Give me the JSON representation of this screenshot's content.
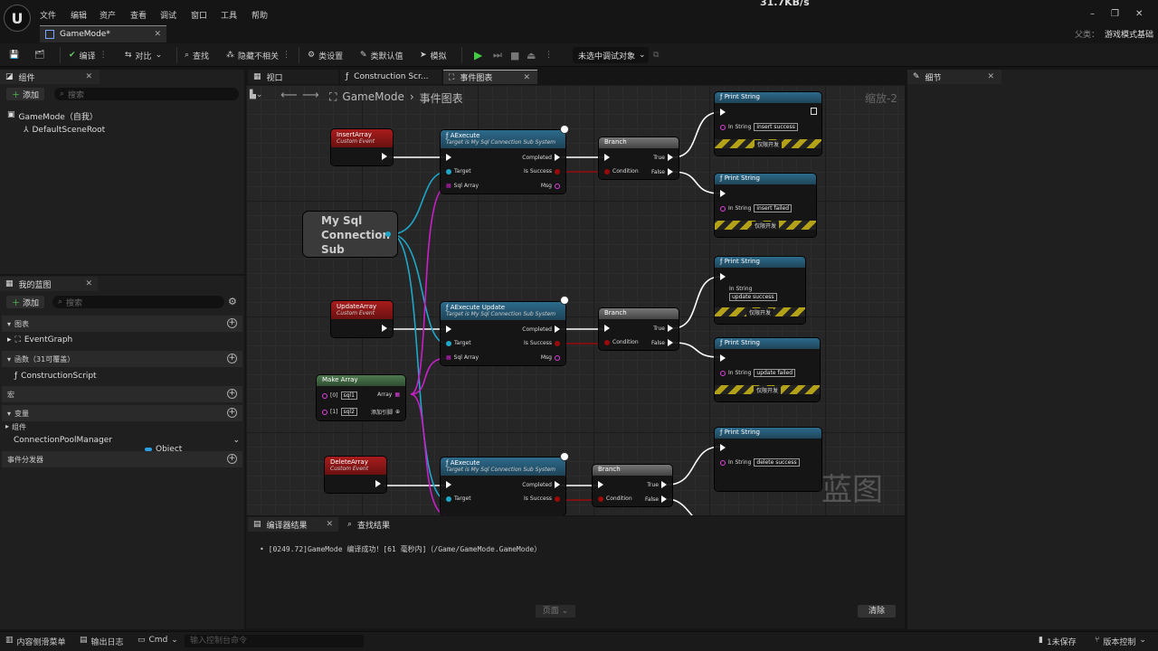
{
  "app": {
    "doc_tab": "GameMode*",
    "parent_label": "父类：",
    "parent_value": "游戏模式基础",
    "top_right_speed": "31.7KB/s"
  },
  "menu": [
    "文件",
    "编辑",
    "资产",
    "查看",
    "调试",
    "窗口",
    "工具",
    "帮助"
  ],
  "toolbar": {
    "compile": "编译",
    "diff": "对比",
    "find": "查找",
    "hide_unrelated": "隐藏不相关",
    "class_settings": "类设置",
    "class_defaults": "类默认值",
    "simulate": "模拟",
    "debug_object": "未选中调试对象"
  },
  "components_panel": {
    "title": "组件",
    "add": "添加",
    "search_placeholder": "搜索",
    "root": "GameMode（自我）",
    "child": "DefaultSceneRoot"
  },
  "my_blueprint": {
    "title": "我的蓝图",
    "add": "添加",
    "search_placeholder": "搜索",
    "graphs": "图表",
    "event_graph": "EventGraph",
    "functions": "函数（31可覆盖）",
    "construction_script": "ConstructionScript",
    "macros": "宏",
    "variables": "变量",
    "components_cat": "组件",
    "var_name": "ConnectionPoolManager",
    "var_type": "Object",
    "dispatchers": "事件分发器"
  },
  "graph_tabs": {
    "viewport": "视口",
    "construction": "Construction Scr...",
    "event_graph": "事件图表"
  },
  "graph_breadcrumb": {
    "root": "GameMode",
    "current": "事件图表",
    "zoom": "缩放-2",
    "watermark": "蓝图"
  },
  "nodes": {
    "insert_event": "InsertArray",
    "update_event": "UpdateArray",
    "delete_event": "DeleteArray",
    "custom_event": "Custom Event",
    "aexecute": "AExecute",
    "aexecute_update": "AExecute Update",
    "target_is": "Target is My Sql Connection Sub System",
    "completed": "Completed",
    "target": "Target",
    "is_success": "Is Success",
    "sql_array": "Sql Array",
    "msg": "Msg",
    "branch": "Branch",
    "true": "True",
    "false": "False",
    "condition": "Condition",
    "print_string": "Print String",
    "in_string": "In String",
    "dev_only": "仅限开发",
    "insert_success": "insert success",
    "insert_failed": "insert failed",
    "update_success": "update success",
    "update_failed": "update failed",
    "delete_success": "delete success",
    "subsystem": "My Sql Connection Sub System",
    "make_array": "Make Array",
    "array": "Array",
    "pin0": "[0]",
    "pin1": "[1]",
    "sql1": "sql1",
    "sql2": "sql2",
    "add_pin": "添加引脚"
  },
  "details_panel": {
    "title": "细节"
  },
  "compiler": {
    "tab_results": "编译器结果",
    "tab_find": "查找结果",
    "log": "[0249.72]GameMode 编译成功！[61 毫秒内]（/Game/GameMode.GameMode）",
    "page": "页面",
    "clear": "清除"
  },
  "status": {
    "content_drawer": "内容侧滑菜单",
    "output_log": "输出日志",
    "cmd": "Cmd",
    "console_placeholder": "输入控制台命令",
    "unsaved": "1未保存",
    "source_control": "版本控制"
  }
}
